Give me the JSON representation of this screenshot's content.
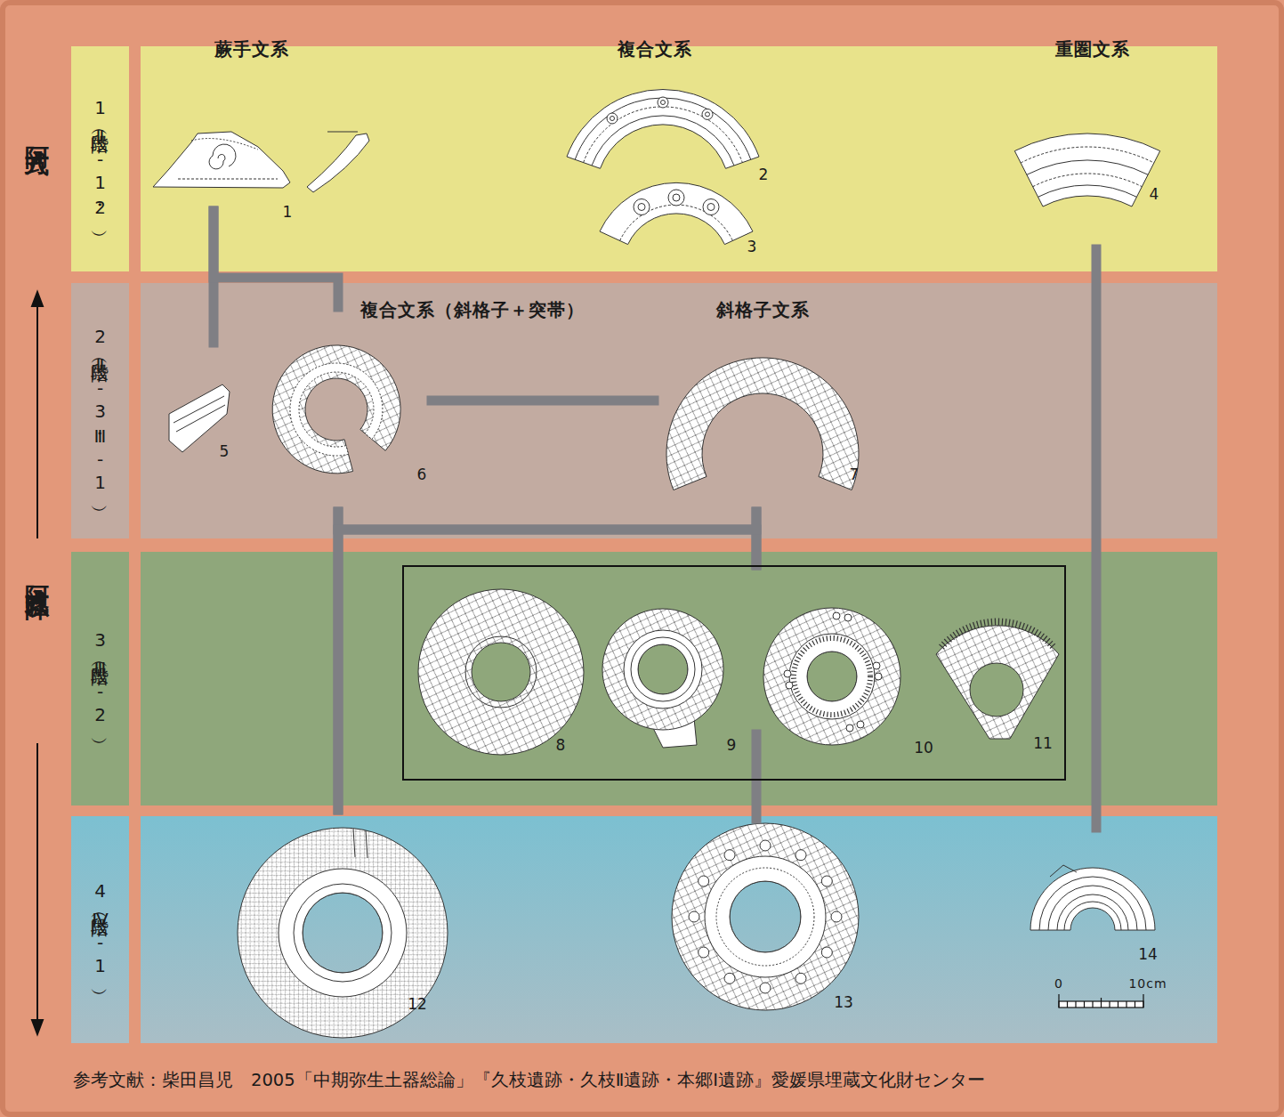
{
  "diagram": {
    "caption": "参考文献：柴田昌児　2005「中期弥生土器総論」『久枝遺跡・久枝Ⅱ遺跡・本郷Ⅰ遺跡』愛媛県埋蔵文化財センター",
    "nodes": [
      {
        "text": [
          "1段階（Ⅱ-1・2）"
        ]
      },
      {
        "text": [
          "1"
        ]
      },
      {
        "text": [
          "2"
        ]
      },
      {
        "text": [
          "3"
        ]
      },
      {
        "text": [
          "4"
        ]
      },
      {
        "text": [
          "2段階（Ⅱ-3・Ⅲ-1）"
        ]
      },
      {
        "text": [
          "5"
        ]
      },
      {
        "text": [
          "6"
        ]
      },
      {
        "text": [
          "7"
        ]
      },
      {
        "text": [
          "3段階（Ⅲ-2）"
        ]
      },
      {
        "text": []
      },
      {
        "text": [
          "8"
        ],
        "in": 10
      },
      {
        "text": [
          "9"
        ],
        "in": 10
      },
      {
        "text": [
          "10"
        ],
        "in": 10
      },
      {
        "text": [
          "11"
        ],
        "in": 10
      },
      {
        "text": [
          "4段階（Ⅳ-1）"
        ]
      },
      {
        "text": [
          "12"
        ]
      },
      {
        "text": [
          "13"
        ]
      },
      {
        "text": [
          "14"
        ]
      }
    ],
    "edges": [
      {
        "from": 1,
        "to": 6,
        "arrow": "none"
      },
      {
        "from": 1,
        "to": 7,
        "arrow": "none"
      },
      {
        "from": 7,
        "to": 8,
        "arrow": "none"
      },
      {
        "from": 7,
        "to": 16,
        "arrow": "none"
      },
      {
        "from": 7,
        "to": 10,
        "arrow": "none"
      },
      {
        "from": 8,
        "to": 10,
        "arrow": "none"
      },
      {
        "from": 8,
        "to": 16,
        "arrow": "none"
      },
      {
        "from": 12,
        "to": 17,
        "arrow": "none"
      },
      {
        "from": 4,
        "to": 18,
        "arrow": "none"
      }
    ],
    "labels": [
      "蕨手文系",
      "複合文系",
      "重圏文系",
      "阿方式",
      "複合文系（斜格子＋突帯）",
      "斜格子文系",
      "阿方式以降",
      "0",
      "10cm"
    ]
  }
}
